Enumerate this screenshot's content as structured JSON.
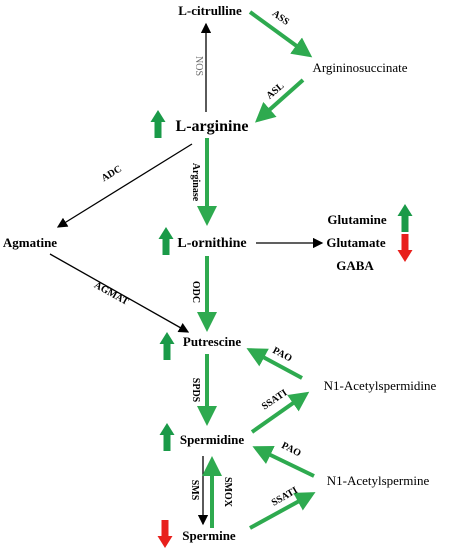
{
  "metabolites": {
    "l_citrulline": "L-citrulline",
    "argininosuccinate": "Argininosuccinate",
    "l_arginine": "L-arginine",
    "agmatine": "Agmatine",
    "l_ornithine": "L-ornithine",
    "glutamine": "Glutamine",
    "glutamate": "Glutamate",
    "gaba": "GABA",
    "putrescine": "Putrescine",
    "n1_acetylspermidine": "N1-Acetylspermidine",
    "spermidine": "Spermidine",
    "n1_acetylspermine": "N1-Acetylspermine",
    "spermine": "Spermine"
  },
  "enzymes": {
    "ass": "ASS",
    "asl": "ASL",
    "nos": "NOS",
    "adc": "ADC",
    "arginase": "Arginase",
    "odc": "ODC",
    "agmat": "AGMAT",
    "pao_1": "PAO",
    "srds": "SPDS",
    "ssat_1": "SSATI",
    "pao_2": "PAO",
    "sms": "SMS",
    "smox": "SMOX",
    "ssat_2": "SSATI"
  },
  "change_indicators": {
    "l_arginine": "up",
    "l_ornithine": "up",
    "glutamine": "up",
    "glutamate": "down",
    "putrescine": "up",
    "spermidine": "up",
    "spermine": "down"
  },
  "colors": {
    "pathway_arrow": "#2eaa4f",
    "side_arrow": "#000000",
    "increase": "#1a9a48",
    "decrease": "#e8201c"
  }
}
